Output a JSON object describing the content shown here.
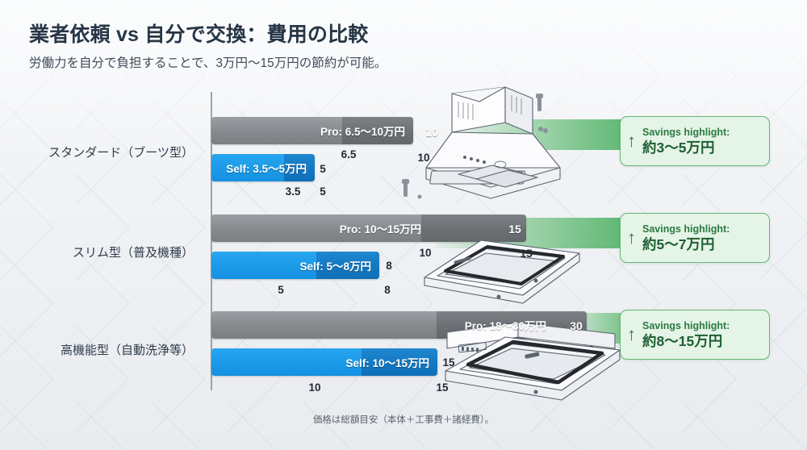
{
  "header": {
    "title": "業者依頼 vs 自分で交換：費用の比較",
    "subtitle": "労働力を自分で負担することで、3万円〜15万円の節約が可能。"
  },
  "footnote": "価格は総額目安（本体＋工事費＋諸経費）。",
  "colors": {
    "pro_light": "#86898d",
    "pro_dark": "#6c6f73",
    "self_light": "#1b9ae8",
    "self_dark": "#1478c2",
    "savings_green": "#63b877",
    "savings_bg": "#e4f4e6",
    "background": "#f2f3f5"
  },
  "icons": {
    "savings_arrow": "↑"
  },
  "chart_data": {
    "type": "bar",
    "title": "業者依頼 vs 自分で交換：費用の比較",
    "subtitle": "労働力を自分で負担することで、3万円〜15万円の節約が可能。",
    "xlabel": "",
    "ylabel": "",
    "unit": "万円",
    "orientation": "horizontal",
    "grid": false,
    "legend_position": "in-bar",
    "xlim": [
      0,
      30
    ],
    "categories": [
      "スタンダード（ブーツ型）",
      "スリム型（普及機種）",
      "高機能型（自動洗浄等）"
    ],
    "series": [
      {
        "name": "Pro",
        "label_prefix": "Pro:",
        "low": [
          6.5,
          10,
          18
        ],
        "high": [
          10,
          15,
          30
        ]
      },
      {
        "name": "Self",
        "label_prefix": "Self:",
        "low": [
          3.5,
          5,
          10
        ],
        "high": [
          5,
          8,
          15
        ]
      }
    ],
    "savings": [
      "約3〜5万円",
      "約5〜7万円",
      "約8〜15万円"
    ]
  },
  "rows": [
    {
      "category": "スタンダード（ブーツ型）",
      "pro": {
        "label": "Pro: 6.5〜10万円",
        "low": "6.5",
        "high": "10"
      },
      "self": {
        "label": "Self: 3.5〜5万円",
        "low": "3.5",
        "high": "5"
      },
      "savings": {
        "label": "Savings highlight:",
        "amount": "約3〜5万円"
      }
    },
    {
      "category": "スリム型（普及機種）",
      "pro": {
        "label": "Pro: 10〜15万円",
        "low": "10",
        "high": "15"
      },
      "self": {
        "label": "Self: 5〜8万円",
        "low": "5",
        "high": "8"
      },
      "savings": {
        "label": "Savings highlight:",
        "amount": "約5〜7万円"
      }
    },
    {
      "category": "高機能型（自動洗浄等）",
      "pro": {
        "label": "Pro: 18〜30万円",
        "low": "18",
        "high": "30"
      },
      "self": {
        "label": "Self: 10〜15万円",
        "low": "10",
        "high": "15"
      },
      "savings": {
        "label": "Savings highlight:",
        "amount": "約8〜15万円"
      }
    }
  ]
}
